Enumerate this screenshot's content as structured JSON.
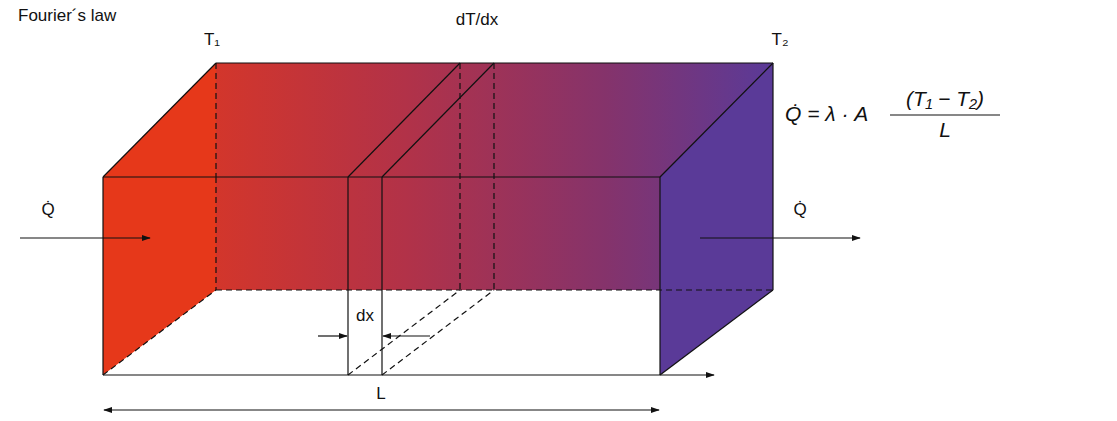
{
  "diagram": {
    "title": "Fourier´s law",
    "labels": [
      "T₁",
      "dT/dx",
      "T₂",
      "Q̇",
      "Q̇",
      "Q̇ = λ · A",
      "(T₁ − T₂)",
      "L",
      "dx",
      "L"
    ]
  }
}
